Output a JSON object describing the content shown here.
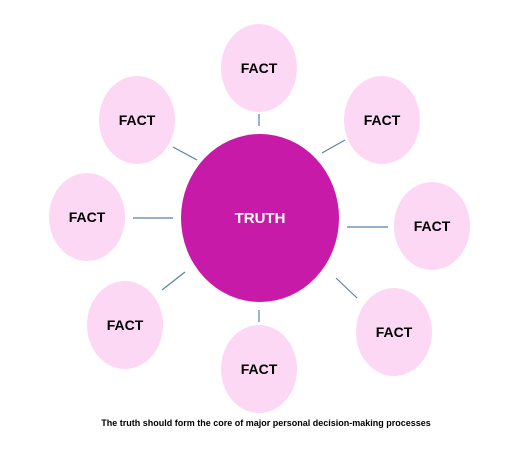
{
  "core": {
    "label": "TRUTH",
    "color": "#c81aa9"
  },
  "satellites": [
    {
      "label": "FACT"
    },
    {
      "label": "FACT"
    },
    {
      "label": "FACT"
    },
    {
      "label": "FACT"
    },
    {
      "label": "FACT"
    },
    {
      "label": "FACT"
    },
    {
      "label": "FACT"
    },
    {
      "label": "FACT"
    }
  ],
  "satellite_color": "#fcd8f4",
  "connector_color": "#5b7fae",
  "caption": "The truth should form the core of major personal decision-making processes"
}
